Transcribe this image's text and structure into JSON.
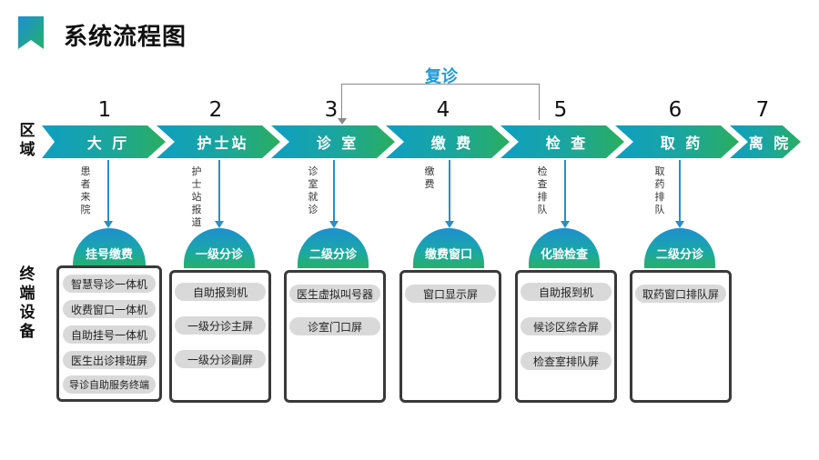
{
  "title": "系统流程图",
  "side_labels": {
    "region": "区域",
    "terminal": "终端设备"
  },
  "revisit": "复诊",
  "stages": [
    {
      "num": "1",
      "name": "大 厅",
      "flow": "患者来院",
      "dome": "挂号缴费",
      "devices": [
        "智慧导诊一体机",
        "收费窗口一体机",
        "自助挂号一体机",
        "医生出诊排班屏",
        "导诊自助服务终端"
      ]
    },
    {
      "num": "2",
      "name": "护士站",
      "flow": "护士站报道",
      "dome": "一级分诊",
      "devices": [
        "自助报到机",
        "一级分诊主屏",
        "一级分诊副屏"
      ]
    },
    {
      "num": "3",
      "name": "诊 室",
      "flow": "诊室就诊",
      "dome": "二级分诊",
      "devices": [
        "医生虚拟叫号器",
        "诊室门口屏"
      ]
    },
    {
      "num": "4",
      "name": "缴 费",
      "flow": "缴费",
      "dome": "缴费窗口",
      "devices": [
        "窗口显示屏"
      ]
    },
    {
      "num": "5",
      "name": "检 查",
      "flow": "检查排队",
      "dome": "化验检查",
      "devices": [
        "自助报到机",
        "候诊区综合屏",
        "检查室排队屏"
      ]
    },
    {
      "num": "6",
      "name": "取 药",
      "flow": "取药排队",
      "dome": "二级分诊",
      "devices": [
        "取药窗口排队屏"
      ]
    },
    {
      "num": "7",
      "name": "离 院"
    }
  ],
  "colors": {
    "accent_blue": "#1f9ad6",
    "chevron_start": "#0e9fc2",
    "chevron_end": "#2aae5f",
    "box_border": "#3a3a3a",
    "pill_bg": "#d9d9d9"
  }
}
